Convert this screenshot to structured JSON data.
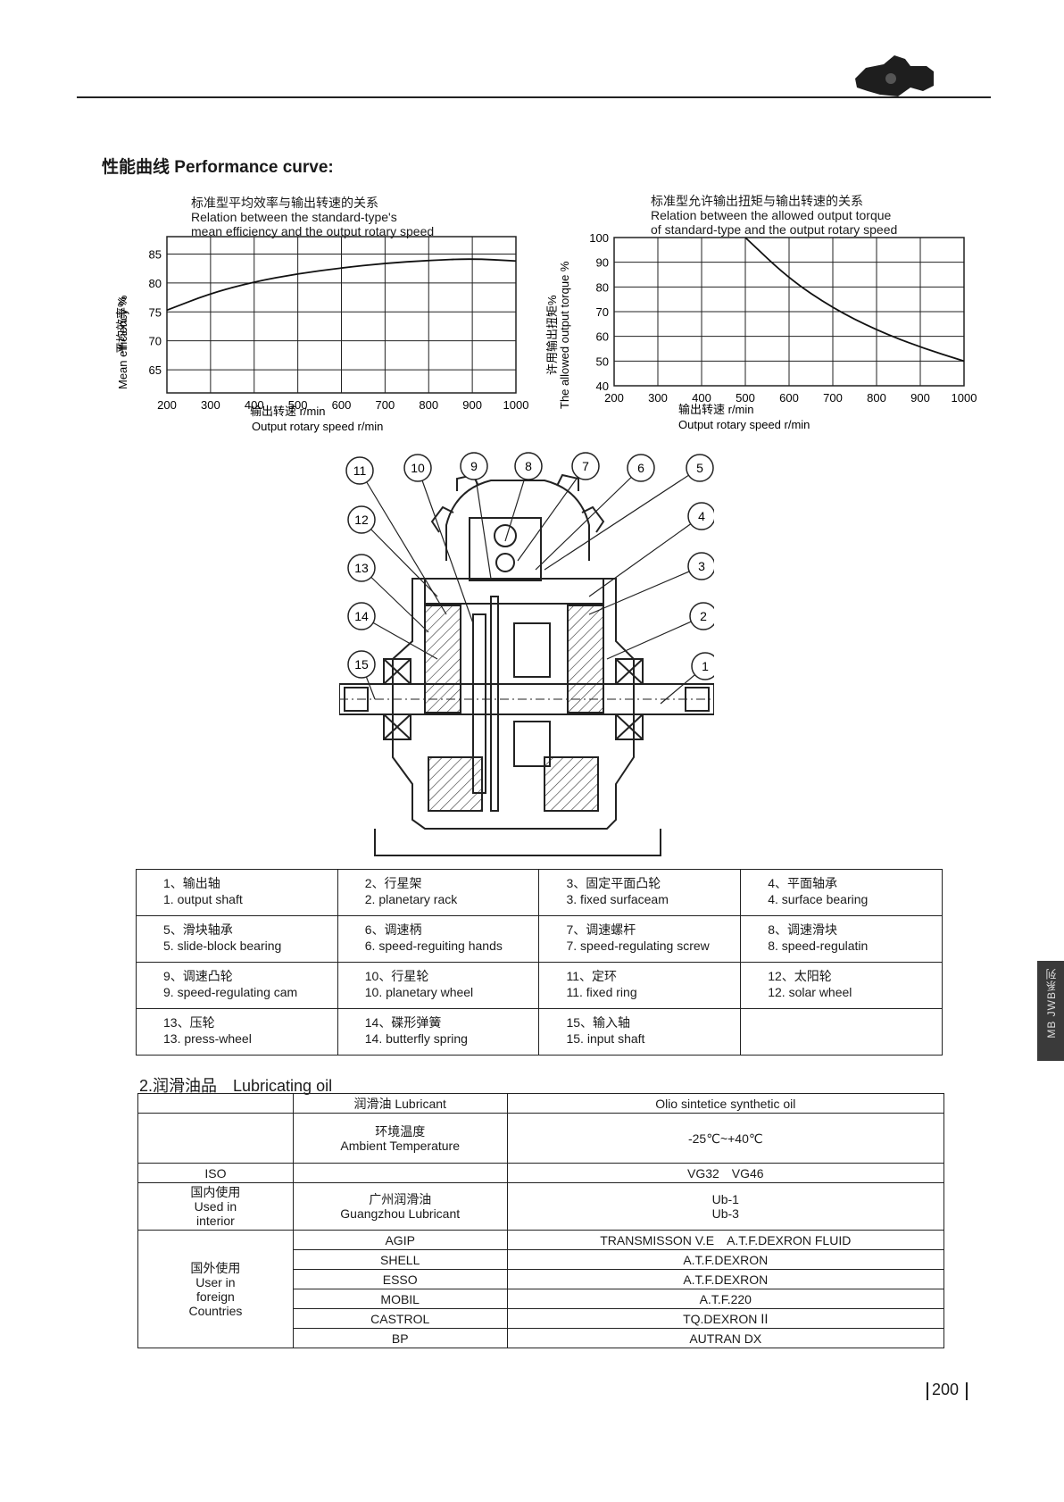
{
  "header": {
    "section_title": "性能曲线 Performance curve:"
  },
  "side_tab": {
    "label": "MB  JWB系列"
  },
  "chart_left": {
    "title_cn": "标准型平均效率与输出转速的关系",
    "title_en1": "Relation between the standard-type's",
    "title_en2": "mean efficiency and the output rotary speed",
    "ylabel_cn": "平均效率%",
    "ylabel_en": "Mean efficiency %",
    "xlabel_cn": "输出转速 r/min",
    "xlabel_en": "Output rotary speed r/min"
  },
  "chart_right": {
    "title_cn": "标准型允许输出扭矩与输出转速的关系",
    "title_en1": "Relation between the allowed output torque",
    "title_en2": "of standard-type and the output rotary speed",
    "ylabel_cn": "许用输出扭矩%",
    "ylabel_en": "The allowed output torque %",
    "xlabel_cn": "输出转速 r/min",
    "xlabel_en": "Output rotary speed r/min"
  },
  "chart_data": [
    {
      "type": "line",
      "x": [
        200,
        300,
        400,
        500,
        600,
        700,
        800,
        900,
        1000
      ],
      "series": [
        {
          "values": [
            75.3,
            78.2,
            80.2,
            81.6,
            82.6,
            83.4,
            83.9,
            84.2,
            83.8
          ]
        }
      ],
      "xticks": [
        "200",
        "300",
        "400",
        "500",
        "600",
        "700",
        "800",
        "900",
        "1000"
      ],
      "yticks": [
        "65",
        "70",
        "75",
        "80",
        "85"
      ],
      "xlim": [
        200,
        1000
      ],
      "ylim": [
        61,
        88
      ],
      "grid": true
    },
    {
      "type": "line",
      "x": [
        500,
        600,
        700,
        800,
        900,
        1000
      ],
      "series": [
        {
          "values": [
            100,
            83.3,
            71.4,
            62.5,
            55.6,
            50
          ]
        }
      ],
      "xticks": [
        "200",
        "300",
        "400",
        "500",
        "600",
        "700",
        "800",
        "900",
        "1000"
      ],
      "yticks": [
        "100",
        "90",
        "80",
        "70",
        "60",
        "50",
        "40"
      ],
      "xlim": [
        200,
        1000
      ],
      "ylim": [
        40,
        100
      ],
      "grid": true
    }
  ],
  "diagram": {
    "callouts": [
      "1",
      "2",
      "3",
      "4",
      "5",
      "6",
      "7",
      "8",
      "9",
      "10",
      "11",
      "12",
      "13",
      "14",
      "15"
    ]
  },
  "parts": [
    [
      {
        "cn": "1、输出轴",
        "en": "1. output shaft"
      },
      {
        "cn": "2、行星架",
        "en": "2. planetary rack"
      },
      {
        "cn": "3、固定平面凸轮",
        "en": "3. fixed surfaceam"
      },
      {
        "cn": "4、平面轴承",
        "en": "4. surface bearing"
      }
    ],
    [
      {
        "cn": "5、滑块轴承",
        "en": "5. slide-block bearing"
      },
      {
        "cn": "6、调速柄",
        "en": "6. speed-reguiting hands"
      },
      {
        "cn": "7、调速螺杆",
        "en": "7. speed-regulating screw"
      },
      {
        "cn": "8、调速滑块",
        "en": "8. speed-regulatin"
      }
    ],
    [
      {
        "cn": "9、调速凸轮",
        "en": "9. speed-regulating cam"
      },
      {
        "cn": "10、行星轮",
        "en": "10. planetary wheel"
      },
      {
        "cn": "11、定环",
        "en": "11. fixed ring"
      },
      {
        "cn": "12、太阳轮",
        "en": "12. solar wheel"
      }
    ],
    [
      {
        "cn": "13、压轮",
        "en": "13. press-wheel"
      },
      {
        "cn": "14、碟形弹簧",
        "en": "14. butterfly spring"
      },
      {
        "cn": "15、输入轴",
        "en": "15. input shaft"
      },
      {
        "cn": "",
        "en": ""
      }
    ]
  ],
  "lubricant": {
    "title": "2.润滑油品　Lubricating oil",
    "lubricant_cn": "润滑油 Lubricant",
    "synthetic": "Olio sintetice synthetic oil",
    "ambient_cn": "环境温度",
    "ambient_en": "Ambient Temperature",
    "temp_range": "-25℃~+40℃",
    "iso": "ISO",
    "iso_value": "VG32　VG46",
    "domestic_cn": "国内使用",
    "domestic_en1": "Used in",
    "domestic_en2": "interior",
    "guangzhou_cn": "广州润滑油",
    "guangzhou_en": "Guangzhou Lubricant",
    "ub1": "Ub-1",
    "ub3": "Ub-3",
    "foreign_cn": "国外使用",
    "foreign_en1": "User in",
    "foreign_en2": "foreign",
    "foreign_en3": "Countries",
    "brands": [
      {
        "name": "AGIP",
        "value": "TRANSMISSON V.E　A.T.F.DEXRON FLUID"
      },
      {
        "name": "SHELL",
        "value": "A.T.F.DEXRON"
      },
      {
        "name": "ESSO",
        "value": "A.T.F.DEXRON"
      },
      {
        "name": "MOBIL",
        "value": "A.T.F.220"
      },
      {
        "name": "CASTROL",
        "value": "TQ.DEXRON ⅠⅠ"
      },
      {
        "name": "BP",
        "value": "AUTRAN DX"
      }
    ]
  },
  "footer": {
    "page_number": "200"
  }
}
